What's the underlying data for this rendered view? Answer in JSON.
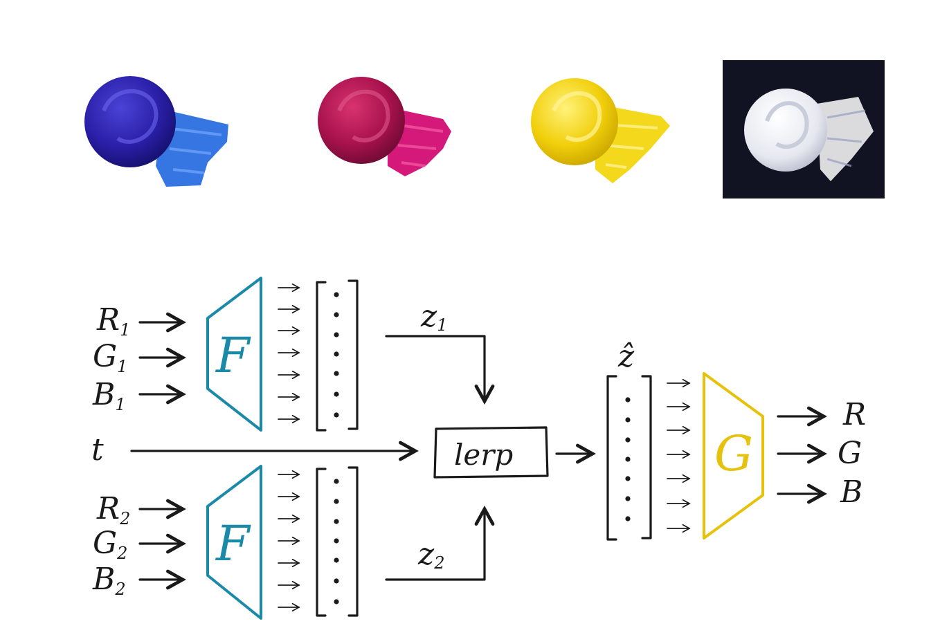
{
  "paints": [
    {
      "name": "blue",
      "color": "#2a1fa8",
      "streak": "#2b6fe0"
    },
    {
      "name": "magenta",
      "color": "#b0124e",
      "streak": "#d4197a"
    },
    {
      "name": "yellow",
      "color": "#f1cf0b",
      "streak": "#f4d81c"
    },
    {
      "name": "white",
      "color": "#eef0f6",
      "streak": "#ffffff",
      "background": "#111322"
    }
  ],
  "inputs_top": {
    "r": "R",
    "g": "G",
    "b": "B",
    "index": "1"
  },
  "inputs_bottom": {
    "r": "R",
    "g": "G",
    "b": "B",
    "index": "2"
  },
  "t_label": "t",
  "encoder_label": "F",
  "encoder_color": "#1b8aa8",
  "z1_label": "z",
  "z1_index": "1",
  "z2_label": "z",
  "z2_index": "2",
  "lerp_label": "lerp",
  "zhat_label": "ẑ",
  "generator_label": "G",
  "generator_color": "#e6c20c",
  "outputs": {
    "r": "R",
    "g": "G",
    "b": "B"
  }
}
